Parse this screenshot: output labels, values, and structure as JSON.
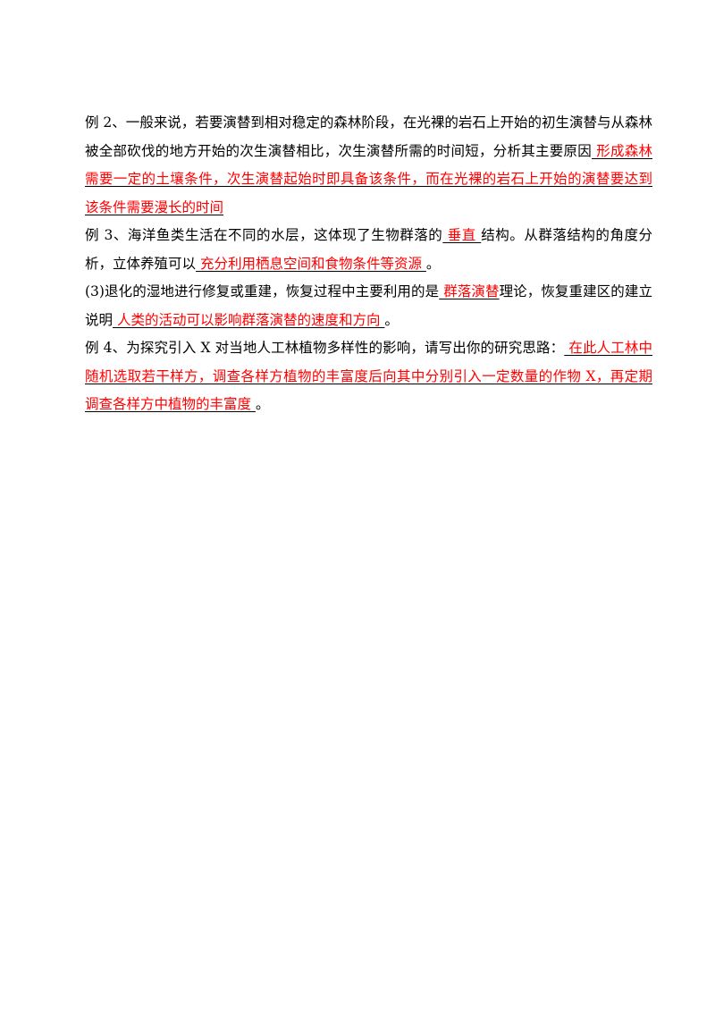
{
  "paragraphs": [
    {
      "q1": "例 2、一般来说，若要演替到相对稳定的森林阶段，在光裸的岩石上开始的初生演替与从森林被全部砍伐的地方开始的次生演替相比，次生演替所需的时间短，分析其主要原因",
      "a1": "  形成森林需要一定的土壤条件，次生演替起始时即具备该条件，而在光裸的岩石上开始的演替要达到该条件需要漫长的时间 "
    },
    {
      "q1": "例 3、海洋鱼类生活在不同的水层，这体现了生物群落的",
      "a1": "  垂直  ",
      "q2": "结构。从群落结构的角度分析，立体养殖可以",
      "a2": "  充分利用栖息空间和食物条件等资源 ",
      "q3": "。"
    },
    {
      "q1": "(3)退化的湿地进行修复或重建，恢复过程中主要利用的是",
      "a1": "  群落演替",
      "q2": "理论，恢复重建区的建立说明",
      "a2": " 人类的活动可以影响群落演替的速度和方向  ",
      "q3": "。"
    },
    {
      "q1": "例 4、为探究引入 X 对当地人工林植物多样性的影响，请写出你的研究思路：",
      "a1": "  在此人工林中随机选取若干样方，调查各样方植物的丰富度后向其中分别引入一定数量的作物 X，再定期调查各样方中植物的丰富度  ",
      "q2": "。"
    }
  ]
}
